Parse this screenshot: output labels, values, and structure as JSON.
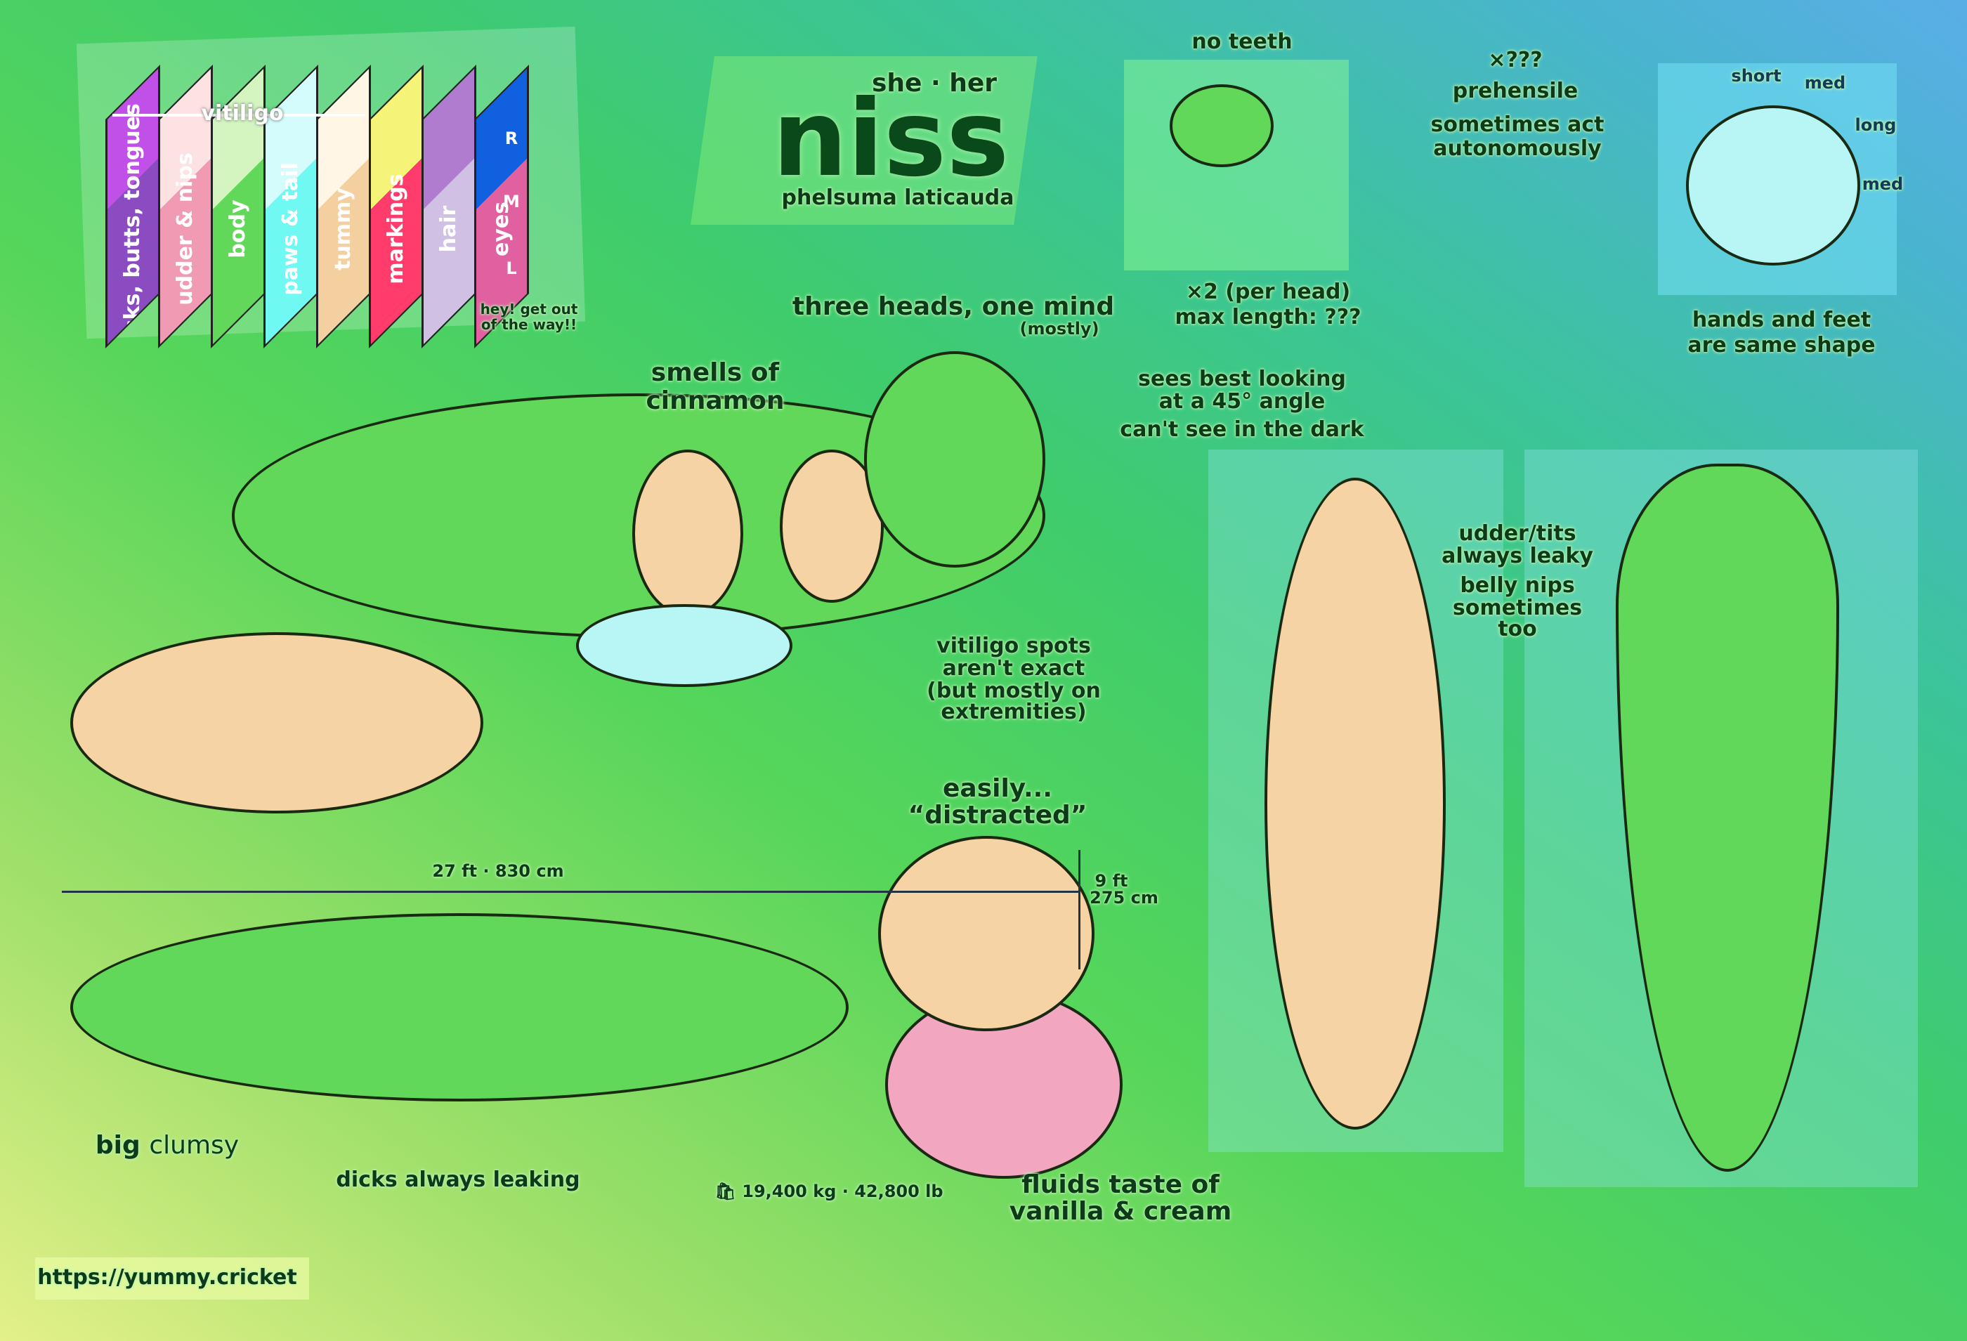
{
  "palette": {
    "header": "vitiligo",
    "swatches": [
      {
        "label": "dicks, butts, tongues",
        "top": "#c050e8",
        "bottom": "#8a4cc0"
      },
      {
        "label": "udder & nips",
        "top": "#fde2e4",
        "bottom": "#f09ab4"
      },
      {
        "label": "body",
        "top": "#d4f5c0",
        "bottom": "#62d85a"
      },
      {
        "label": "paws & tail",
        "top": "#d4fcfc",
        "bottom": "#70f8f2"
      },
      {
        "label": "tummy",
        "top": "#fff6e6",
        "bottom": "#f4d0a0"
      },
      {
        "label": "markings",
        "top": "#f6f478",
        "bottom": "#ff3c6c"
      },
      {
        "label": "hair",
        "top": "#b07cd0",
        "bottom": "#d0c0e4"
      },
      {
        "label": "eyes",
        "top": "#1060e0",
        "bottom": "#e060a0"
      }
    ],
    "eye_keys": [
      "R",
      "M",
      "L"
    ]
  },
  "header": {
    "pronouns": "she · her",
    "name": "niss",
    "species": "phelsuma laticauda"
  },
  "notes": {
    "hey": [
      "hey! get out",
      "of the way!!"
    ],
    "no_teeth": "no teeth",
    "tongue": [
      "×2 (per head)",
      "max length: ???"
    ],
    "dick_count": "×???",
    "prehensile": "prehensile",
    "autonomous": [
      "sometimes act",
      "autonomously"
    ],
    "fingers": [
      "short",
      "med",
      "long",
      "med"
    ],
    "hands": [
      "hands and feet",
      "are same shape"
    ],
    "three_heads": "three heads, one mind",
    "mostly": "(mostly)",
    "smells": [
      "smells of",
      "cinnamon"
    ],
    "sees": [
      "sees best looking",
      "at a 45° angle",
      "can't see in the dark"
    ],
    "udder": [
      "udder/tits",
      "always leaky"
    ],
    "belly_nips": [
      "belly nips",
      "sometimes",
      "too"
    ],
    "vitiligo": [
      "vitiligo spots",
      "aren't exact",
      "(but mostly on",
      "extremities)"
    ],
    "distracted": [
      "easily...",
      "“distracted”"
    ],
    "length": "27 ft · 830 cm",
    "height": [
      "9 ft",
      "275 cm"
    ],
    "big": "big",
    "clumsy": "clumsy",
    "leaking": "dicks always leaking",
    "weight": "19,400 kg · 42,800 lb",
    "fluids": [
      "fluids taste of",
      "vanilla & cream"
    ],
    "url": "https://yummy.cricket"
  }
}
